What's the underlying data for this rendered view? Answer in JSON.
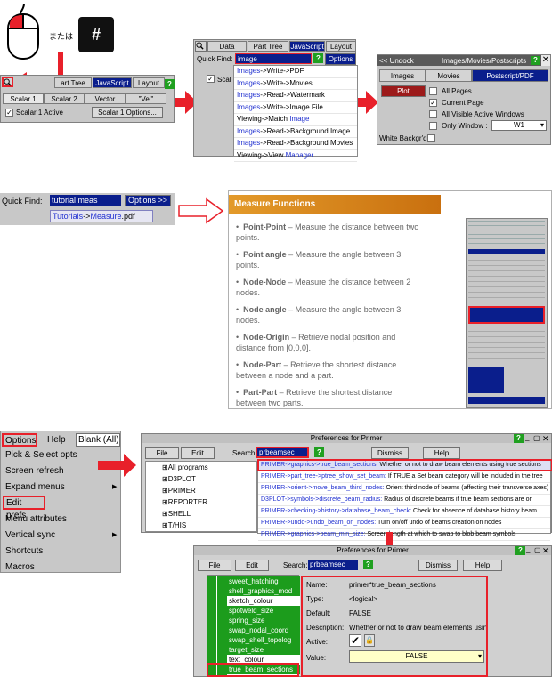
{
  "step1": {
    "or_text": "または",
    "hash_key": "#",
    "tabs": [
      "art Tree",
      "JavaScript",
      "Layout"
    ],
    "sub_tabs": [
      "Scalar 1",
      "Scalar 2",
      "Vector",
      "\"Vel\""
    ],
    "scalar_active": "Scalar 1 Active",
    "scalar_options": "Scalar 1 Options..."
  },
  "quickfind1": {
    "tabs": [
      "Data",
      "Part Tree",
      "JavaScript",
      "Layout"
    ],
    "label": "Quick Find:",
    "value": "image",
    "options_btn": "Options >",
    "scalar_partial": "Scal",
    "results": [
      {
        "pre": "Images",
        "post": "->Write->PDF"
      },
      {
        "pre": "Images",
        "post": "->Write->Movies"
      },
      {
        "pre": "Images",
        "post": "->Read->Watermark"
      },
      {
        "pre": "Images",
        "post": "->Write->Image File"
      },
      {
        "pre": "Viewing->Match ",
        "post": "Image"
      },
      {
        "pre": "Images",
        "post": "->Read->Background Image"
      },
      {
        "pre": "Images",
        "post": "->Read->Background Movies"
      },
      {
        "pre": "Viewing->View ",
        "post": "Manager"
      }
    ]
  },
  "images_panel": {
    "undock": "<< Undock",
    "title": "Images/Movies/Postscripts",
    "tabs": [
      "Images",
      "Movies",
      "Postscript/PDF"
    ],
    "plot": "Plot",
    "options": [
      "All Pages",
      "Current Page",
      "All Visible Active Windows",
      "Only Window :"
    ],
    "window_value": "W1",
    "white_bg": "White Backgr'd"
  },
  "quickfind2": {
    "label": "Quick Find:",
    "value": "tutorial meas",
    "options_btn": "Options >>",
    "result_pre": "Tutorials",
    "result_mid": "->",
    "result_hl": "Measure",
    "result_post": ".pdf"
  },
  "measure_doc": {
    "title": "Measure Functions",
    "items": [
      {
        "term": "Point-Point",
        "desc": " – Measure the distance between two points."
      },
      {
        "term": "Point angle",
        "desc": " – Measure the angle between 3 points."
      },
      {
        "term": "Node-Node",
        "desc": " – Measure the distance between 2 nodes."
      },
      {
        "term": "Node angle",
        "desc": " – Measure the angle between 3 nodes."
      },
      {
        "term": "Node-Origin",
        "desc": " – Retrieve nodal position and distance from [0,0,0]."
      },
      {
        "term": "Node-Part",
        "desc": " – Retrieve the shortest distance between a node and a part."
      },
      {
        "term": "Part-Part",
        "desc": " – Retrieve the shortest distance between two parts."
      }
    ]
  },
  "options_menu": {
    "bar": [
      "Options",
      "Help",
      "Blank (All)"
    ],
    "items": [
      "Pick & Select opts",
      "Screen refresh",
      "Expand menus",
      "Edit prefs",
      "Menu attributes",
      "Vertical sync",
      "Shortcuts",
      "Macros"
    ]
  },
  "prefs1": {
    "title": "Preferences for Primer",
    "file": "File",
    "edit": "Edit",
    "search_label": "Search:",
    "search_value": "prbeamsec",
    "dismiss": "Dismiss",
    "help": "Help",
    "tree": [
      "All programs",
      "D3PLOT",
      "PRIMER",
      "REPORTER",
      "SHELL",
      "T/HIS"
    ],
    "results": [
      {
        "path": "PRIMER->graphics->true_beam_sections:",
        "desc": "Whether or not to draw beam elements using true sections"
      },
      {
        "path": "PRIMER->part_tree->ptree_show_set_beam:",
        "desc": "If TRUE a Set beam category will be included in the tree"
      },
      {
        "path": "PRIMER->orient->move_beam_third_nodes:",
        "desc": "Orient third node of beams (affecting their transverse axes)"
      },
      {
        "path": "D3PLOT->symbols->discrete_beam_radius:",
        "desc": "Radius of discrete beams if true beam sections are on"
      },
      {
        "path": "PRIMER->checking->history->database_beam_check:",
        "desc": "Check for absence of database history beam"
      },
      {
        "path": "PRIMER->undo->undo_beam_on_nodes:",
        "desc": "Turn on/off undo of beams creation on nodes"
      },
      {
        "path": "PRIMER->graphics->beam_min_size:",
        "desc": "Screen length at which to swap to blob beam symbols"
      }
    ]
  },
  "prefs2": {
    "title": "Preferences for Primer",
    "file": "File",
    "edit": "Edit",
    "search_label": "Search:",
    "search_value": "prbeamsec",
    "dismiss": "Dismiss",
    "help": "Help",
    "list": [
      "sweet_hatching",
      "shell_graphics_mod",
      "sketch_colour",
      "spotweld_size",
      "spring_size",
      "swap_nodal_coord",
      "swap_shell_topolog",
      "target_size",
      "text_colour",
      "true_beam_sections"
    ],
    "fields": {
      "name_label": "Name:",
      "name_value": "primer*true_beam_sections",
      "type_label": "Type:",
      "type_value": "<logical>",
      "default_label": "Default:",
      "default_value": "FALSE",
      "desc_label": "Description:",
      "desc_value": "Whether or not to draw beam elements using true sec",
      "active_label": "Active:",
      "value_label": "Value:",
      "value_value": "FALSE"
    }
  },
  "colors": {
    "accent_red": "#e8202a",
    "blue": "#0a1e8c",
    "orange": "#d9821a",
    "green": "#1c9c1c"
  }
}
